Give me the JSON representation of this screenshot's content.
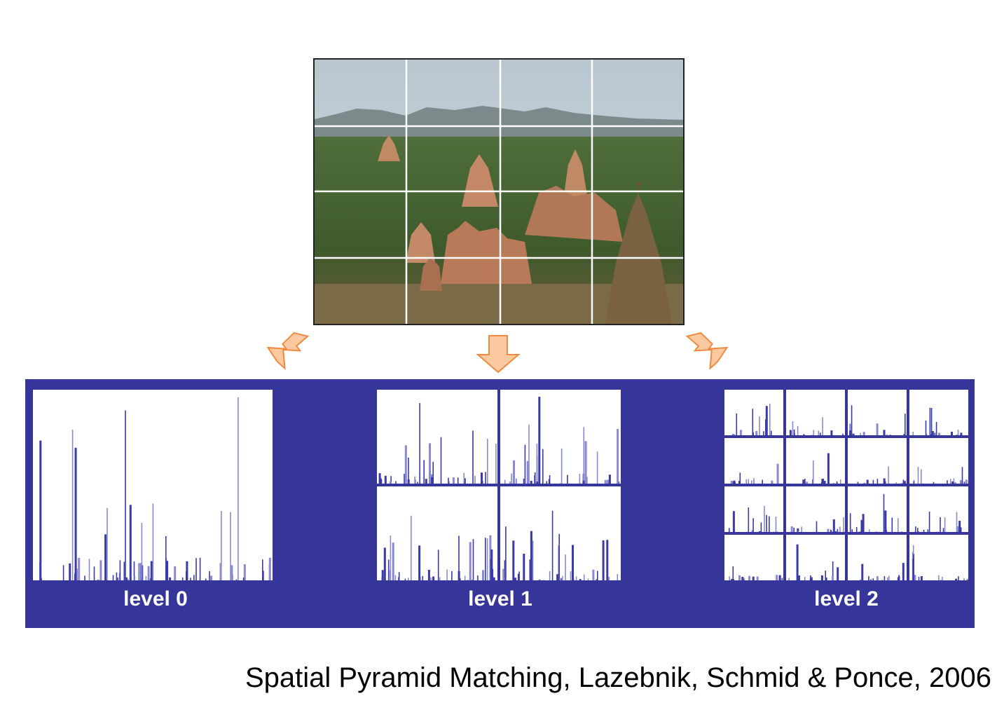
{
  "image": {
    "subject": "landscape photograph with temples",
    "grid_rows": 4,
    "grid_cols": 4
  },
  "levels": [
    {
      "label": "level 0",
      "grid": 1
    },
    {
      "label": "level 1",
      "grid": 2
    },
    {
      "label": "level 2",
      "grid": 4
    }
  ],
  "citation": "Spatial Pyramid Matching, Lazebnik, Schmid & Ponce, 2006",
  "colors": {
    "panel": "#35359a",
    "bar": "#3a3aa8",
    "bar_light": "#8a8ad0",
    "arrow_fill": "#fbc9a0",
    "arrow_stroke": "#f08a40",
    "grid_line": "#ffffff"
  },
  "icons": {
    "arrow_left": "down-left-arrow-icon",
    "arrow_center": "down-arrow-icon",
    "arrow_right": "down-right-arrow-icon"
  }
}
